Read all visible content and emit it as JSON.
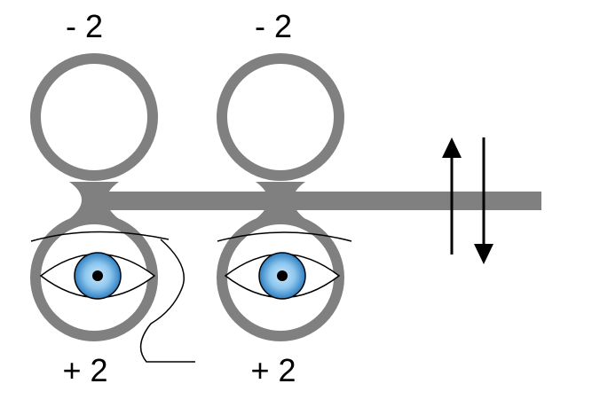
{
  "labels": {
    "left_top": "- 2",
    "right_top": "- 2",
    "left_bottom": "+ 2",
    "right_bottom": "+ 2"
  },
  "colors": {
    "frame": "#808080",
    "iris": "#5aa8dc",
    "pupil": "#000000",
    "lines": "#000000",
    "background": "#ffffff"
  },
  "icons": {
    "eye": "eye-icon",
    "arrow_up": "arrow-up-icon",
    "arrow_down": "arrow-down-icon"
  }
}
